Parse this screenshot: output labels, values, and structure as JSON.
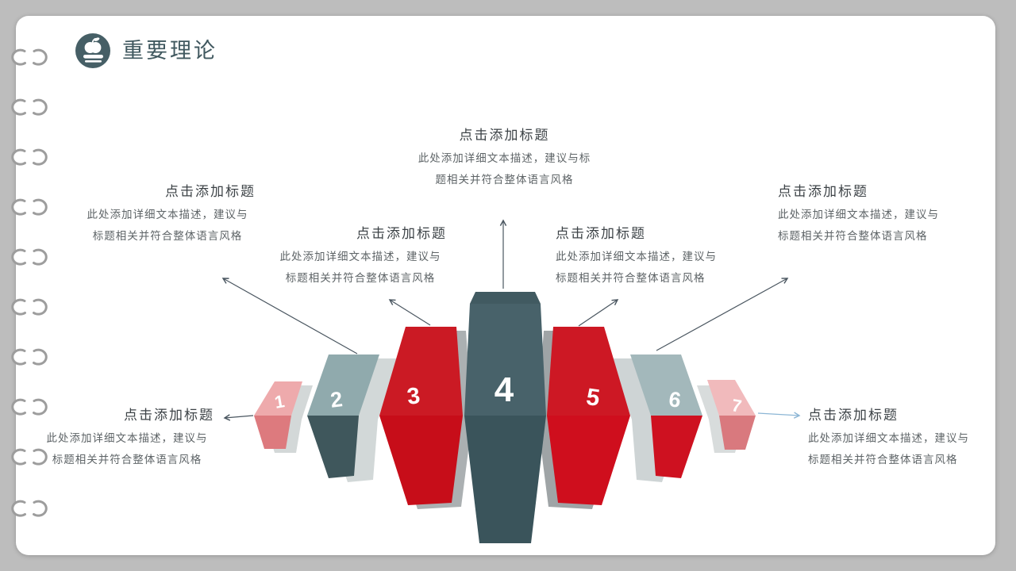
{
  "page": {
    "title": "重要理论",
    "title_icon": "apple-on-book"
  },
  "theme": {
    "background": "#bdbdbd",
    "page": "#ffffff",
    "title_color": "#40585f",
    "icon_bg": "#465f66",
    "heading_color": "#3d4347",
    "body_color": "#5e6467",
    "arrow_color": "#4a5660",
    "arrow_highlight_color": "#8cb6d5"
  },
  "callouts": [
    {
      "target": "block-1",
      "position": "lower-left",
      "title": "点击添加标题",
      "line1": "此处添加详细文本描述，建议与",
      "line2": "标题相关并符合整体语言风格"
    },
    {
      "target": "block-2",
      "position": "upper-left",
      "title": "点击添加标题",
      "line1": "此处添加详细文本描述，建议与",
      "line2": "标题相关并符合整体语言风格"
    },
    {
      "target": "block-3",
      "position": "mid-left",
      "title": "点击添加标题",
      "line1": "此处添加详细文本描述，建议与",
      "line2": "标题相关并符合整体语言风格"
    },
    {
      "target": "block-4",
      "position": "top-center",
      "title": "点击添加标题",
      "line1": "此处添加详细文本描述，建议与标",
      "line2": "题相关并符合整体语言风格"
    },
    {
      "target": "block-5",
      "position": "mid-right",
      "title": "点击添加标题",
      "line1": "此处添加详细文本描述，建议与",
      "line2": "标题相关并符合整体语言风格"
    },
    {
      "target": "block-6",
      "position": "upper-right",
      "title": "点击添加标题",
      "line1": "此处添加详细文本描述，建议与",
      "line2": "标题相关并符合整体语言风格"
    },
    {
      "target": "block-7",
      "position": "lower-right",
      "title": "点击添加标题",
      "line1": "此处添加详细文本描述，建议与",
      "line2": "标题相关并符合整体语言风格"
    }
  ],
  "diagram": {
    "type": "3d-chevron-pyramid",
    "blocks": [
      {
        "number": "1",
        "colors": {
          "top": "#eeaaac",
          "bottom": "#dd7a7e",
          "side": "#d3d8d8"
        }
      },
      {
        "number": "2",
        "colors": {
          "top": "#90aaad",
          "bottom": "#3f575c",
          "side": "#d2d8d8"
        }
      },
      {
        "number": "3",
        "colors": {
          "top": "#cb1a24",
          "bottom": "#c70d19",
          "side": "#abb0b2"
        }
      },
      {
        "number": "4",
        "colors": {
          "top": "#48626a",
          "bottom": "#3a545b",
          "side": "#415a61"
        }
      },
      {
        "number": "5",
        "colors": {
          "top": "#cd1824",
          "bottom": "#cf0e1d",
          "side": "#9fa4a6"
        }
      },
      {
        "number": "6",
        "colors": {
          "top": "#a3b8bb",
          "bottom": "#ce1120",
          "side": "#ced4d5"
        }
      },
      {
        "number": "7",
        "colors": {
          "top": "#f1babc",
          "bottom": "#d9797e",
          "side": "#d8dcdc"
        }
      }
    ]
  }
}
